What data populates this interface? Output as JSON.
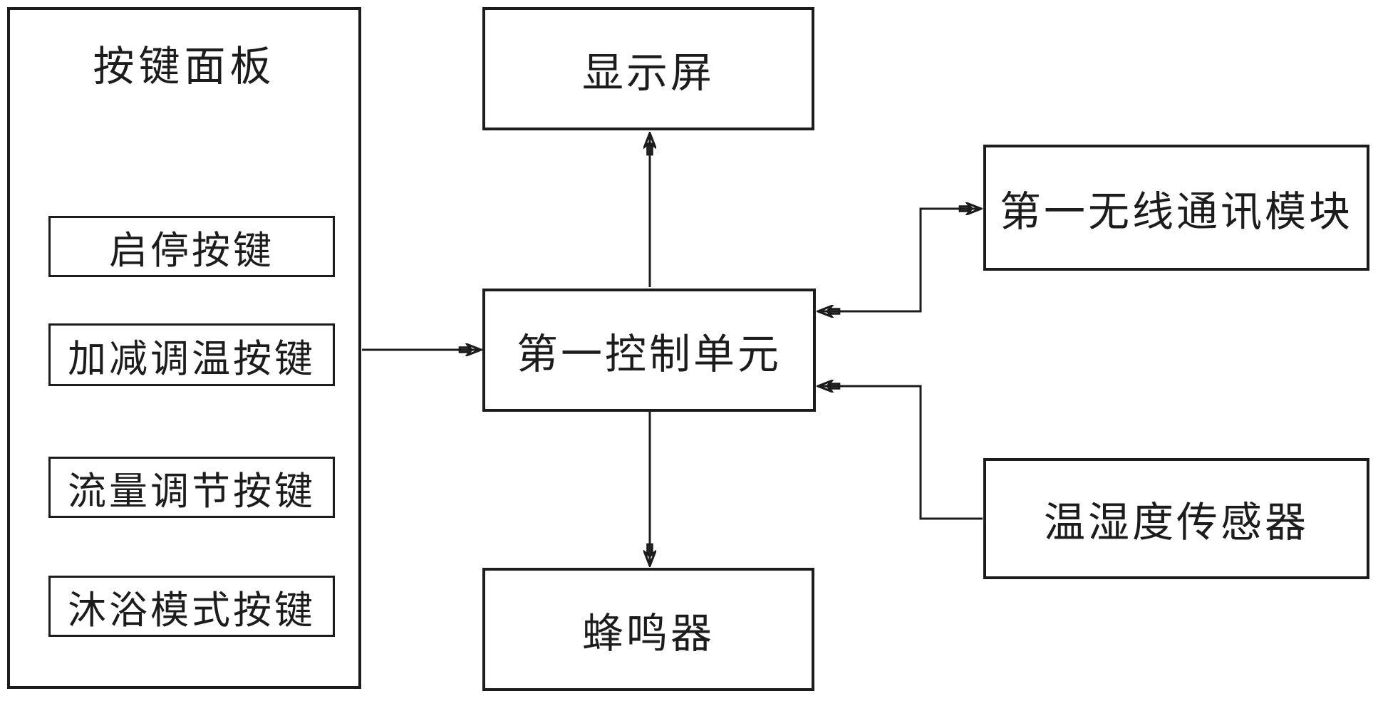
{
  "diagram": {
    "panel": {
      "label": "按键面板",
      "buttons": [
        "启停按键",
        "加减调温按键",
        "流量调节按键",
        "沐浴模式按键"
      ]
    },
    "nodes": {
      "display": "显示屏",
      "control_unit": "第一控制单元",
      "buzzer": "蜂鸣器",
      "wireless_module": "第一无线通讯模块",
      "temp_humidity_sensor": "温湿度传感器"
    },
    "connections": [
      {
        "from": "按键面板",
        "to": "第一控制单元",
        "direction": "one-way"
      },
      {
        "from": "第一控制单元",
        "to": "显示屏",
        "direction": "one-way"
      },
      {
        "from": "第一控制单元",
        "to": "蜂鸣器",
        "direction": "one-way"
      },
      {
        "from": "第一控制单元",
        "to": "第一无线通讯模块",
        "direction": "two-way"
      },
      {
        "from": "温湿度传感器",
        "to": "第一控制单元",
        "direction": "one-way"
      }
    ],
    "colors": {
      "background": "#ffffff",
      "line": "#1c1c1c",
      "text": "#1c1c1c"
    }
  }
}
